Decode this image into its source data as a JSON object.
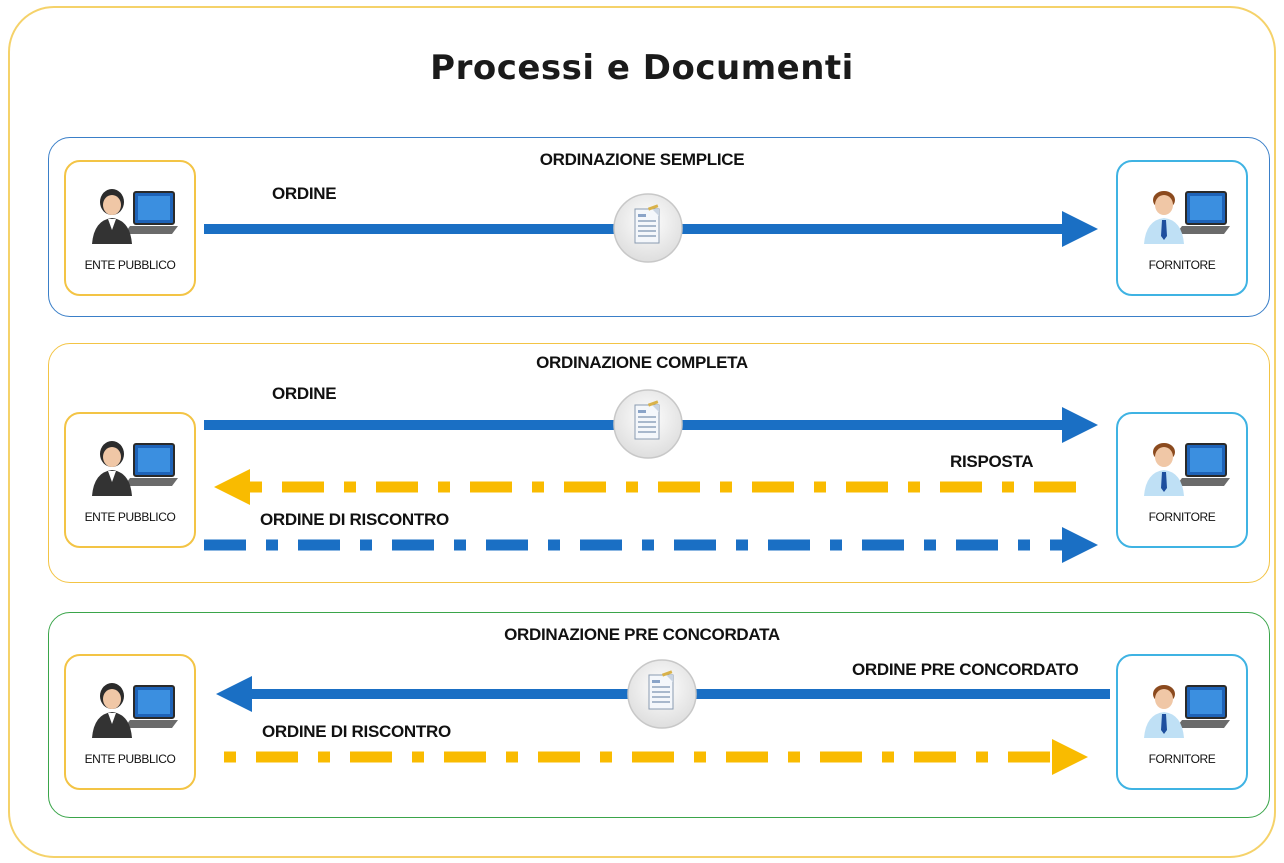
{
  "diagram": {
    "title": "Processi e Documenti",
    "colors": {
      "blue": "#1a6fc4",
      "yellow": "#f9bb00",
      "blue_border": "#3a7fc8",
      "yellow_border": "#f3c445",
      "green_border": "#3aa54a",
      "cyan_border": "#3fb3e3"
    },
    "panels": [
      {
        "title": "ORDINAZIONE SEMPLICE",
        "left_actor": "ENTE PUBBLICO",
        "right_actor": "FORNITORE",
        "flows": [
          {
            "label": "ORDINE",
            "color": "blue",
            "style": "solid",
            "direction": "to-fornitore"
          }
        ]
      },
      {
        "title": "ORDINAZIONE COMPLETA",
        "left_actor": "ENTE PUBBLICO",
        "right_actor": "FORNITORE",
        "flows": [
          {
            "label": "ORDINE",
            "color": "blue",
            "style": "solid",
            "direction": "to-fornitore"
          },
          {
            "label": "RISPOSTA",
            "color": "yellow",
            "style": "dash-dot",
            "direction": "to-ente"
          },
          {
            "label": "ORDINE DI RISCONTRO",
            "color": "blue",
            "style": "dash-dot",
            "direction": "to-fornitore"
          }
        ]
      },
      {
        "title": "ORDINAZIONE PRE CONCORDATA",
        "left_actor": "ENTE PUBBLICO",
        "right_actor": "FORNITORE",
        "flows": [
          {
            "label": "ORDINE PRE CONCORDATO",
            "color": "blue",
            "style": "solid",
            "direction": "to-ente"
          },
          {
            "label": "ORDINE DI RISCONTRO",
            "color": "yellow",
            "style": "dash-dot",
            "direction": "to-fornitore"
          }
        ]
      }
    ]
  }
}
